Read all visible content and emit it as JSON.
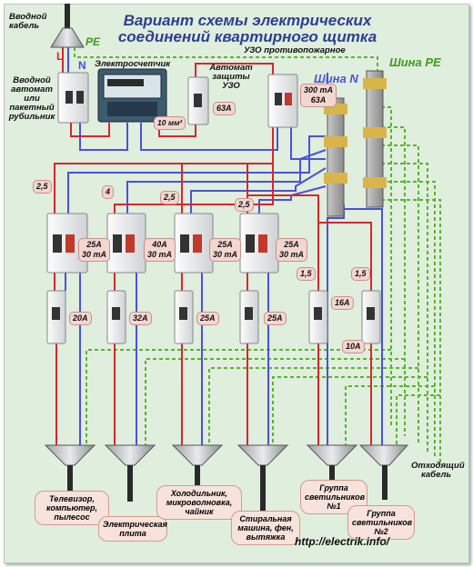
{
  "title": "Вариант схемы электрических соединений квартирного щитка",
  "labels": {
    "input_cable": "Вводной кабель",
    "phase_l": "L",
    "neutral_n": "N",
    "pe": "PE",
    "main_switch": "Вводной автомат или пакетный рубильник",
    "meter": "Электросчетчик",
    "rcd_protect_auto": "Автомат защиты УЗО",
    "fire_rcd": "УЗО противопожарное",
    "bus_n": "Шина N",
    "bus_pe": "Шина PE",
    "outgoing_cable": "Отходящий кабель",
    "website": "http://electrik.info/"
  },
  "ratings": {
    "cable_meter": "10 мм²",
    "auto_rcd": "63A",
    "fire_rcd": [
      "300 mA",
      "63A"
    ],
    "rcd1": [
      "25A",
      "30 mA"
    ],
    "rcd2": [
      "40A",
      "30 mA"
    ],
    "rcd3": [
      "25A",
      "30 mA"
    ],
    "rcd4": [
      "25A",
      "30 mA"
    ],
    "cb1": "20A",
    "cb2": "32A",
    "cb3": "25A",
    "cb4": "25A",
    "cb5": "16A",
    "cb6": "10A"
  },
  "wire_sections": [
    "2,5",
    "4",
    "2,5",
    "2,5",
    "1,5",
    "1,5"
  ],
  "loads": [
    "Телевизор, компьютер, пылесос",
    "Электрическая плита",
    "Холодильник, микроволновка, чайник",
    "Стиральная машина, фен, вытяжка",
    "Группа светильников №1",
    "Группа светильников №2"
  ],
  "colors": {
    "background": "#dfeedd",
    "phase": "#d8262e",
    "neutral": "#4a52d8",
    "pe": "#58b62a",
    "title": "#2d3f8f",
    "rating_fill": "#f3d6d0",
    "device": "#f4f4f4"
  }
}
